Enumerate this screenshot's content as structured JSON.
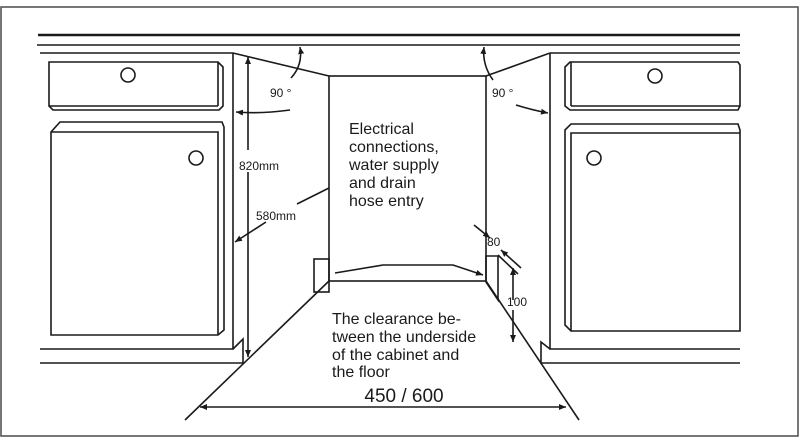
{
  "labels": {
    "angle_left": "90 °",
    "angle_right": "90 °",
    "height": "820mm",
    "depth": "580mm",
    "connections": [
      "Electrical",
      "connections,",
      "water supply",
      "and drain",
      "hose entry"
    ],
    "clearance": [
      "The clearance be-",
      "tween the underside",
      "of the cabinet and",
      "the floor"
    ],
    "width": "450 / 600",
    "plinth_depth": "80",
    "plinth_height": "100"
  },
  "colors": {
    "line": "#1a1a1a",
    "background": "#ffffff"
  }
}
